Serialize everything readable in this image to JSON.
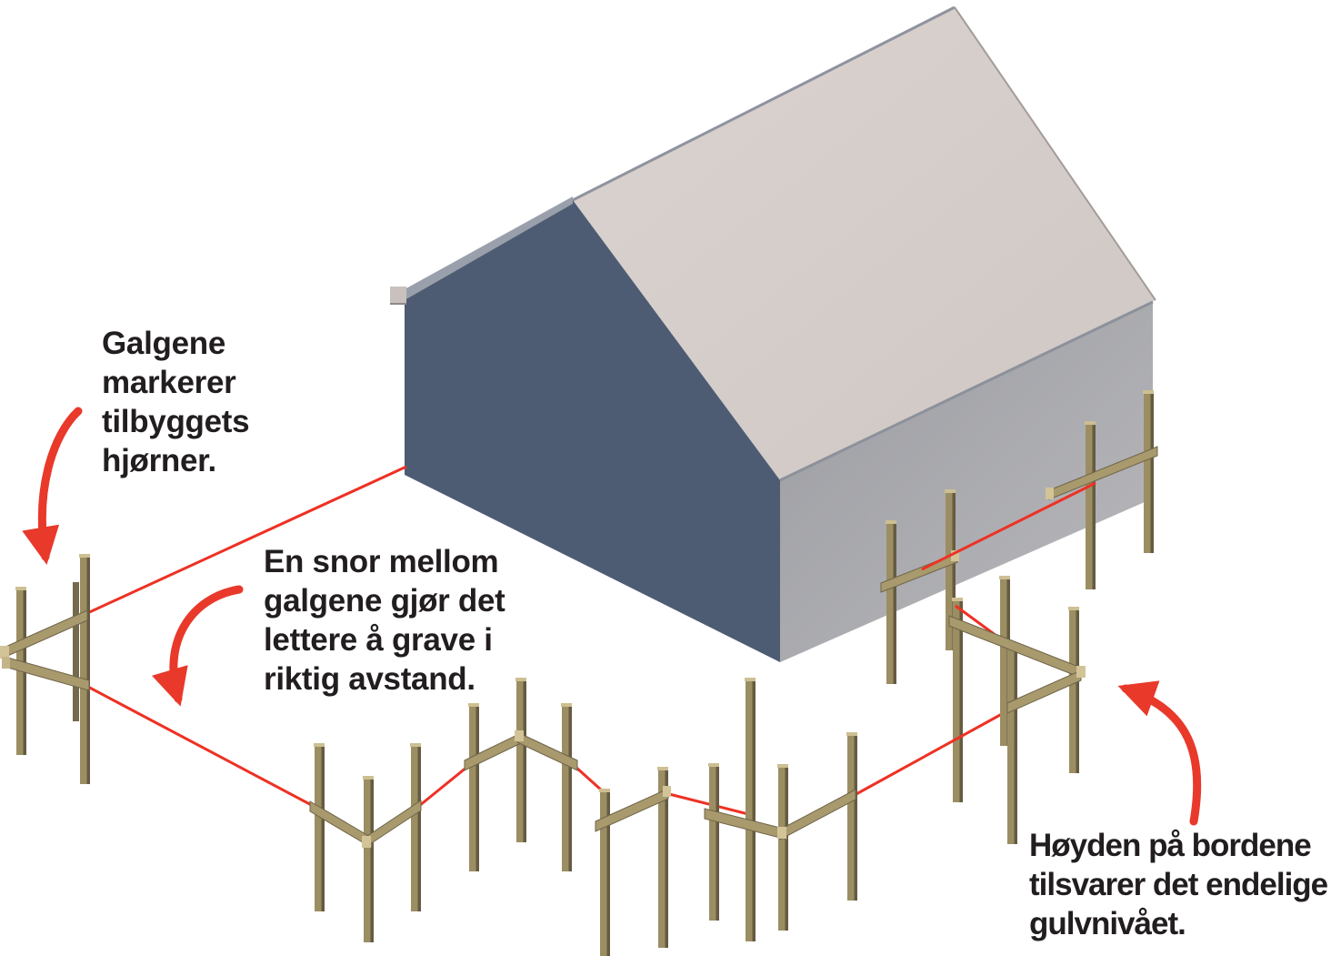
{
  "figure": {
    "kind": "construction-instruction-illustration",
    "language": "norwegian",
    "annotations": {
      "corners": {
        "lines": "Galgene\nmarkerer\ntilbyggets\nhjørner.",
        "text": "Galgene markerer tilbyggets hjørner."
      },
      "string": {
        "lines": "En snor mellom\ngalgene gjør det\nlettere å grave i\nriktig avstand.",
        "text": "En snor mellom galgene gjør det lettere å grave i riktig avstand."
      },
      "floor": {
        "lines": "Høyden på bordene\ntilsvarer det endelige\ngulvnivået.",
        "text": "Høyden på bordene tilsvarer det endelige gulvnivået."
      }
    },
    "arrows": [
      {
        "name": "arrow-to-west-batter-board",
        "color": "#e8392b"
      },
      {
        "name": "arrow-to-string-line",
        "color": "#e8392b"
      },
      {
        "name": "arrow-to-east-corner-board",
        "color": "#e8392b"
      }
    ],
    "colors": {
      "annotation_red": "#e8392b",
      "string_red": "#ee3124",
      "text": "#221e1f",
      "roof": "#d7d0cc",
      "gable_wall": "#4e5c73",
      "side_wall": "#a7a7ab",
      "wood_face": "#9c8e63",
      "wood_dark": "#655b41",
      "wood_light": "#cdbf92",
      "background": "#ffffff"
    },
    "scene_counts": {
      "batter_board_clusters": 8,
      "string_segments": 8
    }
  }
}
